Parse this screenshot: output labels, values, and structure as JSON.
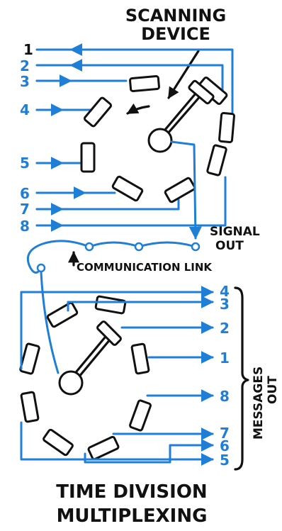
{
  "header": {
    "line1": "SCANNING",
    "line2": "DEVICE"
  },
  "inputs": [
    "1",
    "2",
    "3",
    "4",
    "5",
    "6",
    "7",
    "8"
  ],
  "signal_out": {
    "line1": "SIGNAL",
    "line2": "OUT"
  },
  "link_label": "COMMUNICATION LINK",
  "outputs": [
    "4",
    "3",
    "2",
    "1",
    "8",
    "7",
    "6",
    "5"
  ],
  "messages_out": {
    "line1": "MESSAGES",
    "line2": "OUT"
  },
  "footer": {
    "line1": "TIME DIVISION",
    "line2": "MULTIPLEXING"
  },
  "colors": {
    "wire": "#1f7fd6",
    "ink": "#111111",
    "background": "#ffffff"
  }
}
